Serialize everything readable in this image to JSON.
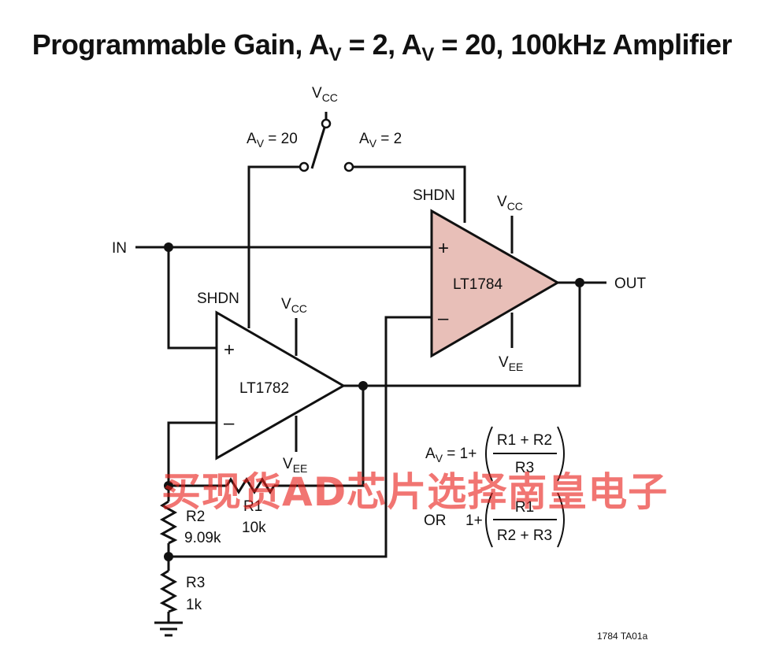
{
  "title": {
    "main": "Programmable Gain, A",
    "sub1": "V",
    "mid": " = 2, A",
    "sub2": "V",
    "end": " = 20, 100kHz Amplifier"
  },
  "switch": {
    "vcc": {
      "base": "V",
      "sub": "CC"
    },
    "av20": {
      "base": "A",
      "sub": "V",
      "suffix": " = 20"
    },
    "av2": {
      "base": "A",
      "sub": "V",
      "suffix": " = 2"
    }
  },
  "amp_top": {
    "name": "LT1784",
    "shdn": "SHDN",
    "plus": "+",
    "minus": "–",
    "vcc": {
      "base": "V",
      "sub": "CC"
    },
    "vee": {
      "base": "V",
      "sub": "EE"
    },
    "fill": "#e8bfb8"
  },
  "amp_bottom": {
    "name": "LT1782",
    "shdn": "SHDN",
    "plus": "+",
    "minus": "–",
    "vcc": {
      "base": "V",
      "sub": "CC"
    },
    "vee": {
      "base": "V",
      "sub": "EE"
    }
  },
  "ports": {
    "in": "IN",
    "out": "OUT"
  },
  "resistors": {
    "r1": {
      "name": "R1",
      "value": "10k"
    },
    "r2": {
      "name": "R2",
      "value": "9.09k"
    },
    "r3": {
      "name": "R3",
      "value": "1k"
    }
  },
  "equation": {
    "av": {
      "base": "A",
      "sub": "V",
      "suffix": " = 1+"
    },
    "num1": "R1 + R2",
    "den1": "R3",
    "or": "OR",
    "prefix2": "1+",
    "num2": "R1",
    "den2": "R2 + R3"
  },
  "figure_id": "1784 TA01a",
  "watermark": "买现货AD芯片选择南皇电子",
  "colors": {
    "ink": "#111111",
    "amp_fill": "#e8bfb8",
    "watermark": "#e8201c"
  }
}
